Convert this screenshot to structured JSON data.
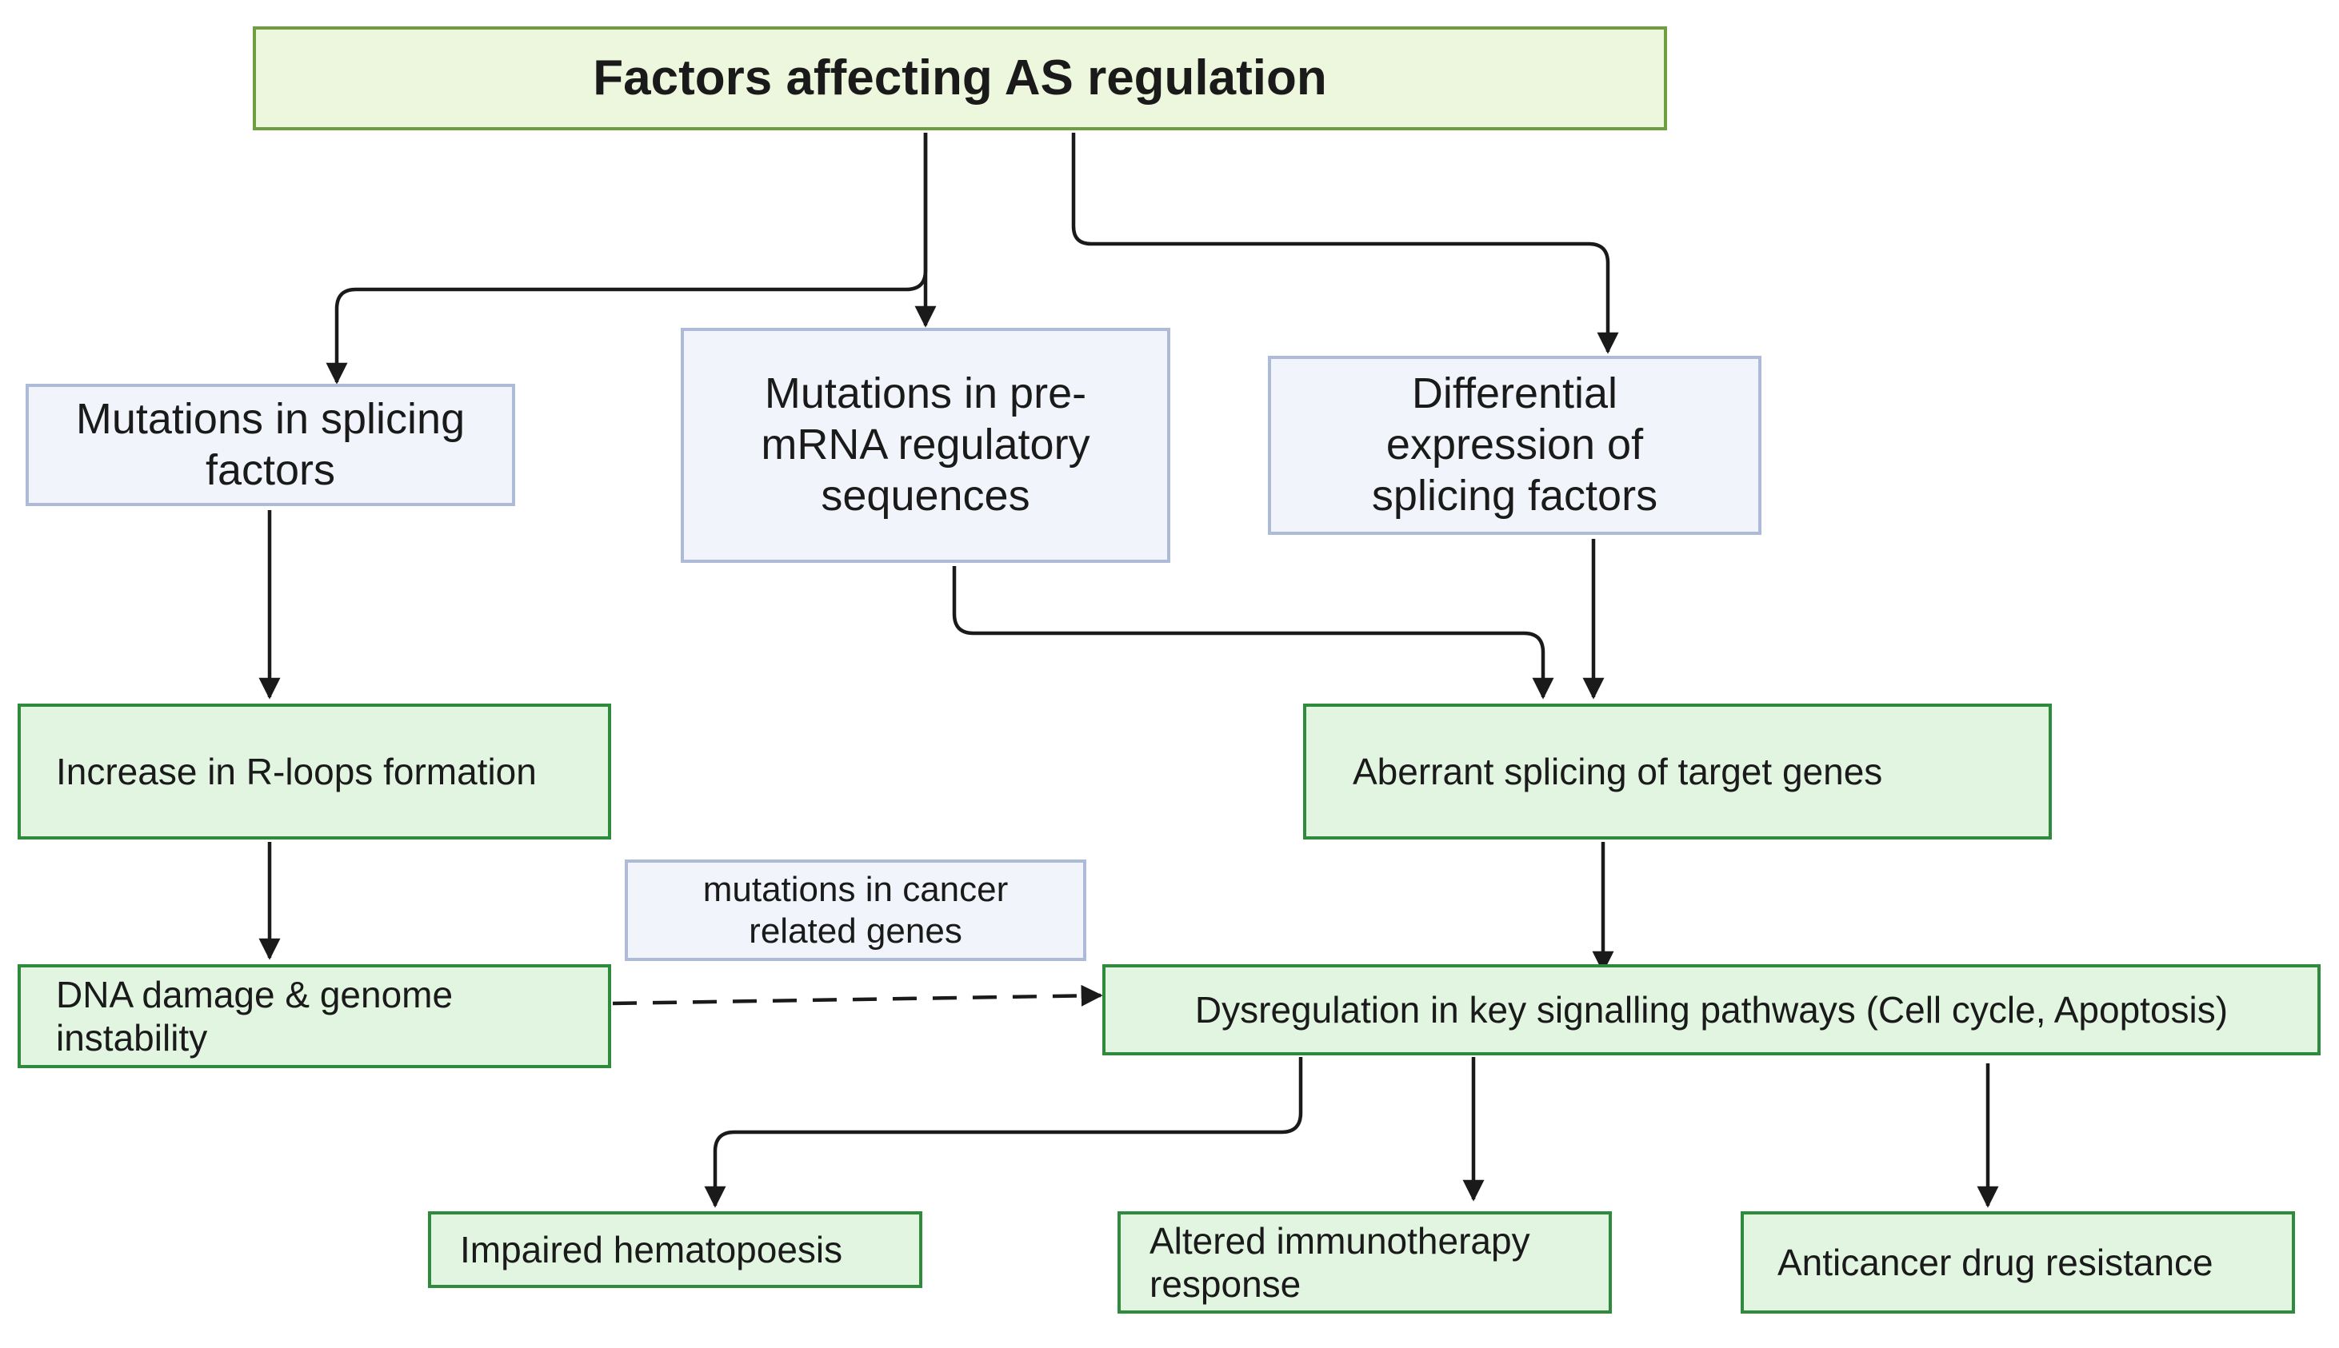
{
  "diagram": {
    "title": "Factors affecting AS regulation",
    "causes": {
      "splicing_factor_mutations": "Mutations in splicing\nfactors",
      "premrna_mutations": "Mutations in pre-\nmRNA regulatory\nsequences",
      "differential_expression": "Differential\nexpression of\nsplicing factors"
    },
    "effects": {
      "rloops": "Increase in R-loops formation",
      "aberrant_splicing": "Aberrant splicing of target genes",
      "dna_damage": "DNA damage & genome\ninstability",
      "cancer_gene_mutations": "mutations in cancer\nrelated genes",
      "dysregulation": "Dysregulation in key signalling pathways (Cell cycle, Apoptosis)"
    },
    "outcomes": {
      "hematopoesis": "Impaired hematopoesis",
      "immunotherapy": "Altered immunotherapy\nresponse",
      "drug_resistance": "Anticancer drug resistance"
    },
    "colors": {
      "outcome_fill": "#e1f5e1",
      "outcome_border": "#2e8b3c",
      "cause_fill": "#f1f4fa",
      "cause_border": "#aebbd8",
      "title_fill": "#edf7dd",
      "title_border": "#6f9e40",
      "arrow": "#1a1a1a"
    }
  }
}
